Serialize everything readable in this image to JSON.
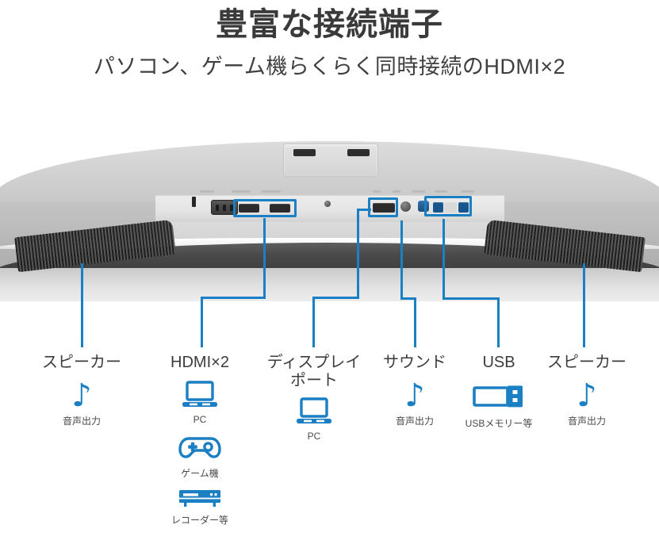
{
  "theme": {
    "accent": "#1b7fc4",
    "text": "#3c3c3c",
    "sub_text": "#4a4a4a",
    "background": "#ffffff"
  },
  "header": {
    "title": "豊富な接続端子",
    "subtitle": "パソコン、ゲーム機らくらく同時接続のHDMI×2"
  },
  "product": {
    "description": "曲面モニターの背面下部（端子部）写真",
    "alt": "curved-monitor-rear-ports-photo"
  },
  "callouts": [
    {
      "id": "speaker-left",
      "name": "スピーカー",
      "icons": [
        {
          "glyph": "♪",
          "icon_name": "music-note-icon",
          "caption": "音声出力"
        }
      ]
    },
    {
      "id": "hdmi",
      "name": "HDMI×2",
      "icons": [
        {
          "glyph": "laptop",
          "icon_name": "laptop-icon",
          "caption": "PC"
        },
        {
          "glyph": "gamepad",
          "icon_name": "gamepad-icon",
          "caption": "ゲーム機"
        },
        {
          "glyph": "recorder",
          "icon_name": "recorder-icon",
          "caption": "レコーダー等"
        }
      ]
    },
    {
      "id": "displayport",
      "name": "ディスプレイ\nポート",
      "icons": [
        {
          "glyph": "laptop",
          "icon_name": "laptop-icon",
          "caption": "PC"
        }
      ]
    },
    {
      "id": "sound",
      "name": "サウンド",
      "icons": [
        {
          "glyph": "♪",
          "icon_name": "music-note-icon",
          "caption": "音声出力"
        }
      ]
    },
    {
      "id": "usb",
      "name": "USB",
      "icons": [
        {
          "glyph": "usbdrive",
          "icon_name": "usb-flash-drive-icon",
          "caption": "USBメモリー等"
        }
      ]
    },
    {
      "id": "speaker-right",
      "name": "スピーカー",
      "icons": [
        {
          "glyph": "♪",
          "icon_name": "music-note-icon",
          "caption": "音声出力"
        }
      ]
    }
  ]
}
